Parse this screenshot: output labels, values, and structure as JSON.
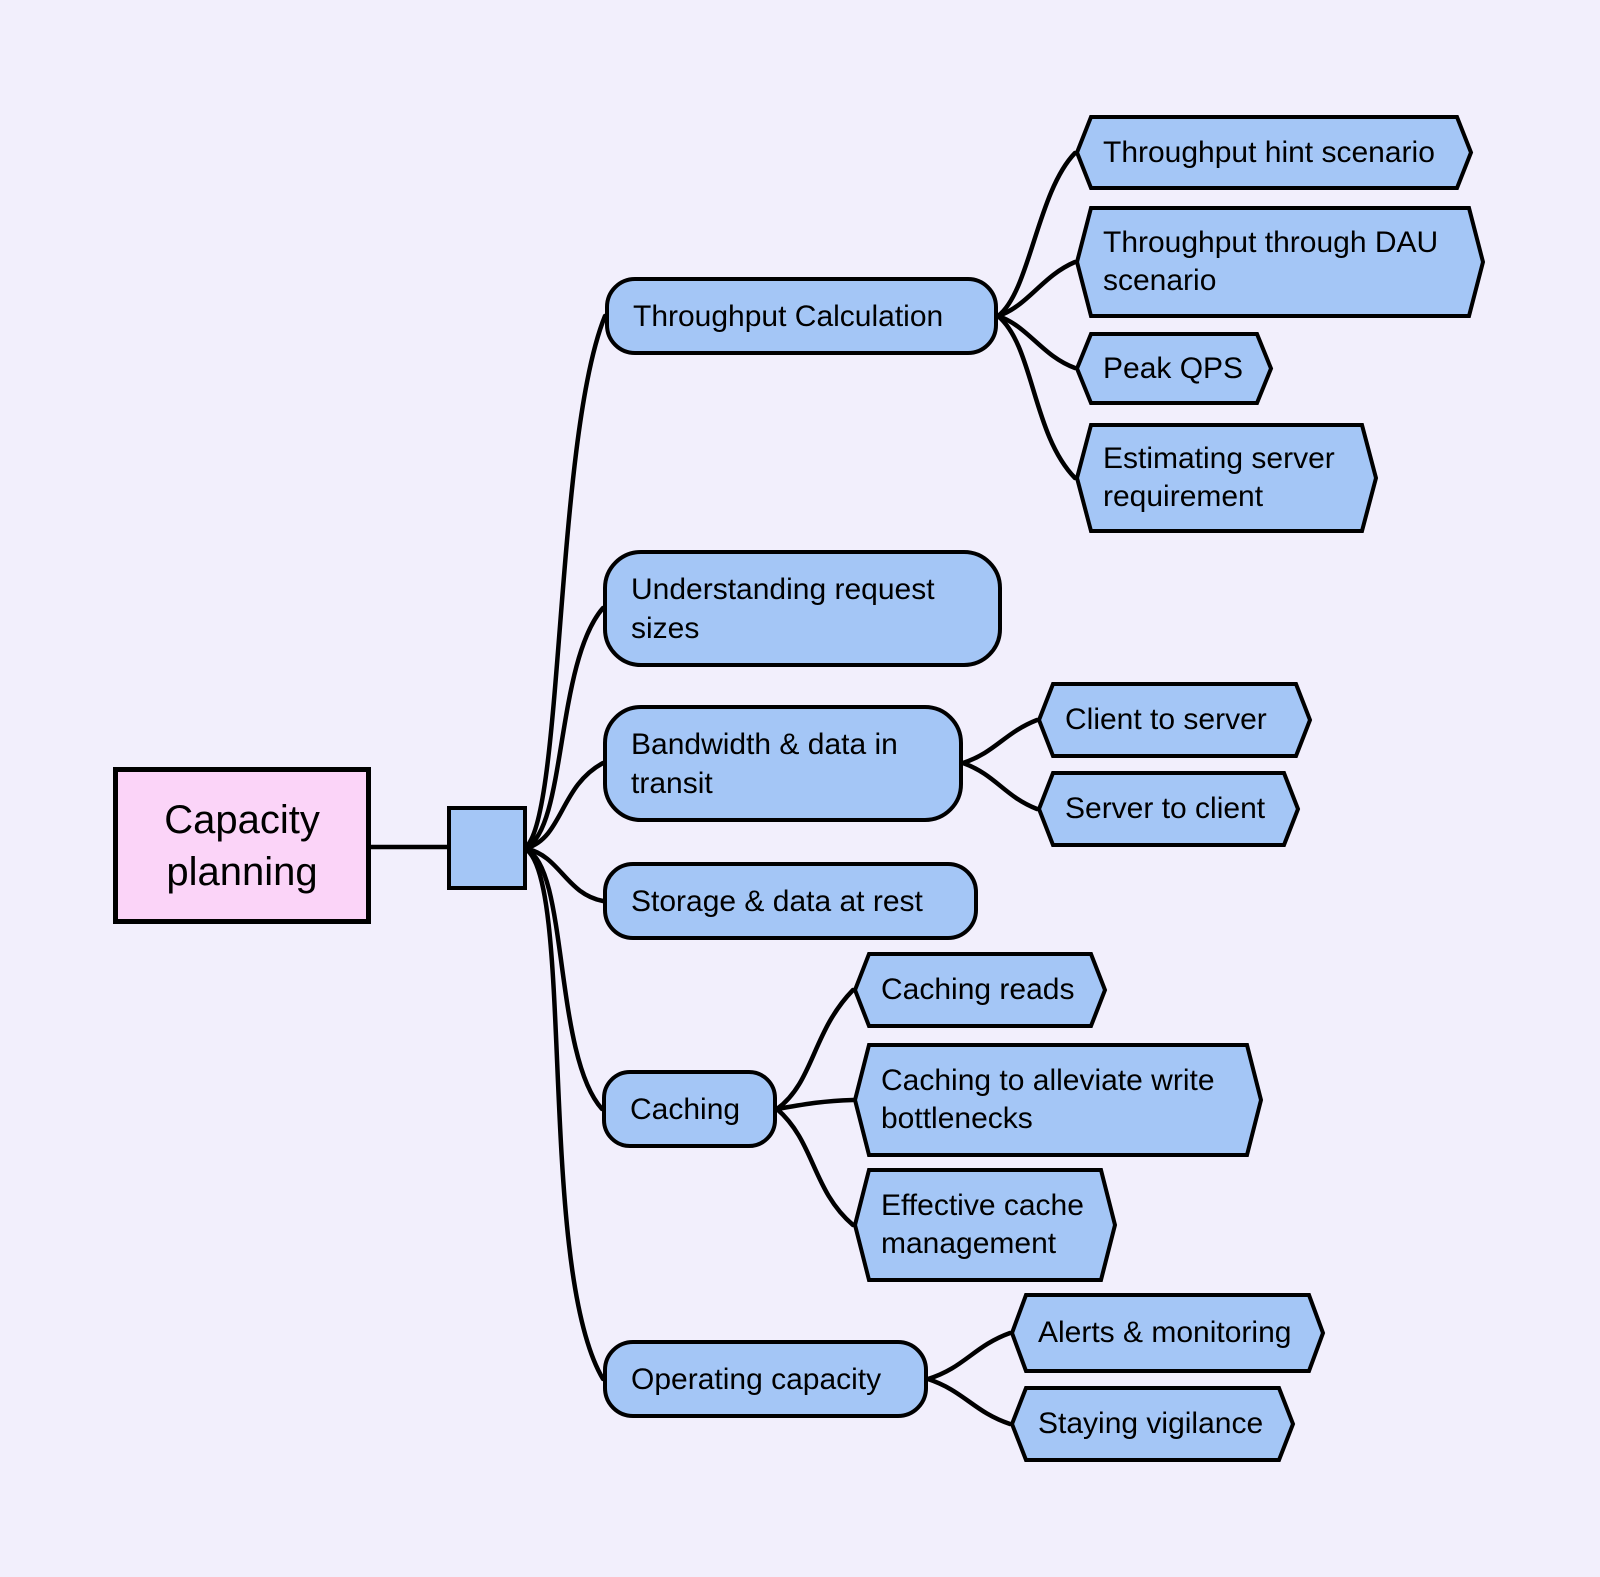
{
  "diagram": {
    "type": "mindmap",
    "root": {
      "label": "Capacity planning"
    },
    "branches": [
      {
        "label": "Throughput Calculation",
        "children": [
          "Throughput hint scenario",
          "Throughput through DAU\nscenario",
          "Peak QPS",
          "Estimating server\nrequirement"
        ]
      },
      {
        "label": "Understanding request\nsizes",
        "children": []
      },
      {
        "label": "Bandwidth & data in\ntransit",
        "children": [
          "Client to server",
          "Server to client"
        ]
      },
      {
        "label": "Storage & data at rest",
        "children": []
      },
      {
        "label": "Caching",
        "children": [
          "Caching reads",
          "Caching to alleviate write\nbottlenecks",
          "Effective cache\nmanagement"
        ]
      },
      {
        "label": "Operating capacity",
        "children": [
          "Alerts & monitoring",
          "Staying vigilance"
        ]
      }
    ],
    "colors": {
      "background": "#f2effc",
      "node_fill": "#a4c6f6",
      "root_fill": "#fbd4f8",
      "stroke": "#000000",
      "text": "#000000"
    }
  }
}
